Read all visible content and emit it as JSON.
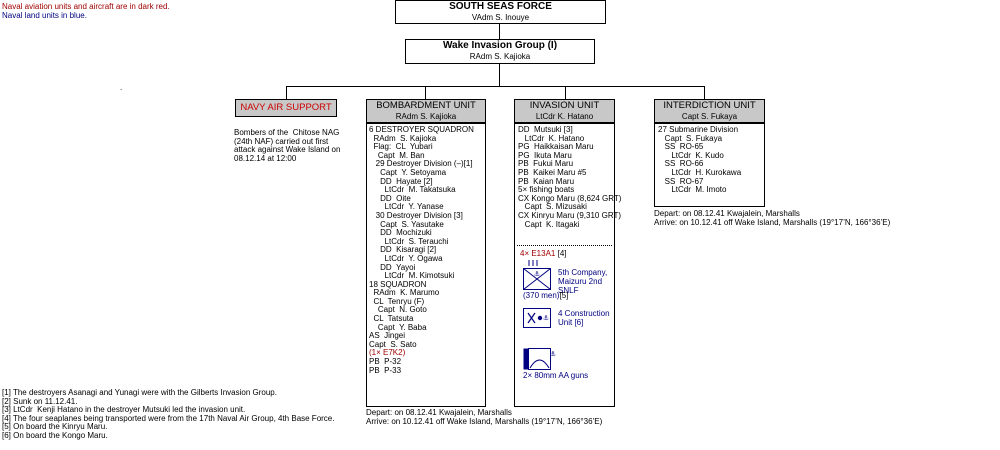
{
  "legend": {
    "naval_air": "Naval aviation units and aircraft are in dark red.",
    "naval_land": "Naval land units in blue."
  },
  "south_seas": {
    "title": "SOUTH SEAS FORCE",
    "commander": "VAdm  S. Inouye"
  },
  "wake_group": {
    "title": "Wake Invasion Group (I)",
    "commander": "RAdm  S. Kajioka"
  },
  "dot": ".",
  "navy_air": {
    "title": "NAVY AIR SUPPORT",
    "lines": [
      "Bombers of the  Chitose NAG",
      "(24th NAF) carried out first",
      "attack against Wake Island on",
      "08.12.14 at 12:00"
    ]
  },
  "bombardment": {
    "title": "BOMBARDMENT UNIT",
    "commander": "RAdm  S. Kajioka",
    "lines": [
      "6 DESTROYER SQUADRON",
      "  RAdm  S. Kajioka",
      "  Flag:  CL  Yubari",
      "    Capt  M. Ban",
      "   29 Destroyer Division (–)[1]",
      "     Capt  Y. Setoyama",
      "     DD  Hayate [2]",
      "       LtCdr  M. Takatsuka",
      "     DD  Oite",
      "       LtCdr  Y. Yanase",
      "   30 Destroyer Division [3]",
      "     Capt  S. Yasutake",
      "     DD  Mochizuki",
      "       LtCdr  S. Terauchi",
      "     DD  Kisaragi [2]",
      "       LtCdr  Y. Ogawa",
      "     DD  Yayoi",
      "       LtCdr  M. Kimotsuki",
      "18 SQUADRON",
      "  RAdm  K. Marumo",
      "  CL  Tenryu (F)",
      "    Capt  N. Goto",
      "  CL  Tatsuta",
      "    Capt  Y. Baba",
      "AS  Jingei",
      "Capt  S. Sato"
    ],
    "air": "(1× E7K2)",
    "tail": [
      "PB  P-32",
      "PB  P-33"
    ],
    "depart": "Depart:  on 08.12.41 Kwajalein, Marshalls",
    "arrive": "Arrive:  on 10.12.41 off Wake Island, Marshalls (19°17’N, 166°36’E)"
  },
  "invasion": {
    "title": "INVASION UNIT",
    "commander": "LtCdr  K. Hatano",
    "lines": [
      "DD  Mutsuki [3]",
      "   LtCdr  K. Hatano",
      "PG  Haikkaisan Maru",
      "PG  Ikuta Maru",
      "PB  Fukui Maru",
      "PB  Kaikei Maru #5",
      "PB  Kaian Maru",
      "5× fishing boats",
      "CX Kongo Maru (8,624 GRT)",
      "   Capt  S. Mizusaki",
      "CX Kinryu Maru (9,310 GRT)",
      "   Capt  K. Itagaki"
    ],
    "air_count": "4× E13A1",
    "air_note": " [4]",
    "company": "5th Company,",
    "company2": "Maizuru 2nd SNLF",
    "men": "(370 men)",
    "men_note": "[5]",
    "construction": "4 Construction",
    "construction2": "Unit [6]",
    "aa": "2× 80mm AA guns"
  },
  "interdiction": {
    "title": "INTERDICTION UNIT",
    "commander": "Capt  S. Fukaya",
    "lines": [
      "27 Submarine Division",
      "   Capt  S. Fukaya",
      "   SS  RO-65",
      "      LtCdr  K. Kudo",
      "   SS  RO-66",
      "      LtCdr  H. Kurokawa",
      "   SS  RO-67",
      "      LtCdr  M. Imoto"
    ],
    "depart": "Depart:  on 08.12.41 Kwajalein, Marshalls",
    "arrive": "Arrive:  on 10.12.41 off Wake Island, Marshalls (19°17’N, 166°36’E)"
  },
  "footnotes": [
    "[1] The destroyers Asanagi and Yunagi were with the Gilberts Invasion Group.",
    "[2] Sunk on 11.12.41.",
    "[3] LtCdr  Kenji Hatano in the destroyer Mutsuki led the invasion unit.",
    "[4] The four seaplanes being transported were from the 17th Naval Air Group, 4th Base Force.",
    "[5] On board the Kinryu Maru.",
    "[6] On board the Kongo Maru."
  ],
  "colors": {
    "header_bg": "#c8c8c8",
    "naval_air": "#a00000",
    "naval_land": "#000080"
  }
}
